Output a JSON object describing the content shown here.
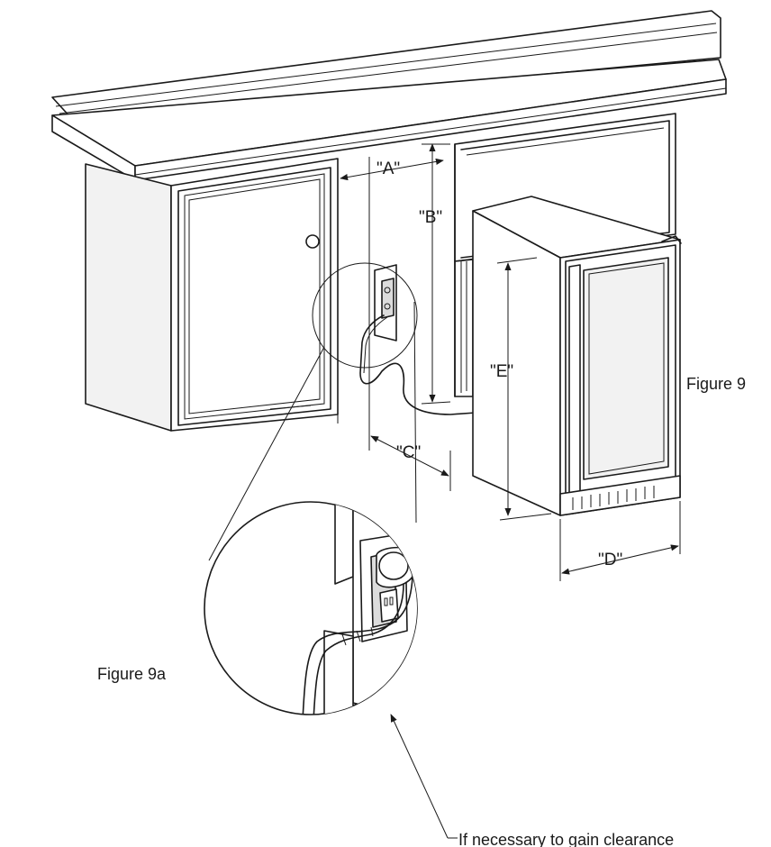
{
  "labels": {
    "a": "\"A\"",
    "b": "\"B\"",
    "c": "\"C\"",
    "d": "\"D\"",
    "e": "\"E\""
  },
  "captions": {
    "figure_9": "Figure 9",
    "figure_9a": "Figure 9a",
    "note": "If necessary to gain clearance"
  },
  "colors": {
    "line": "#1a1a1a",
    "background": "#ffffff"
  }
}
